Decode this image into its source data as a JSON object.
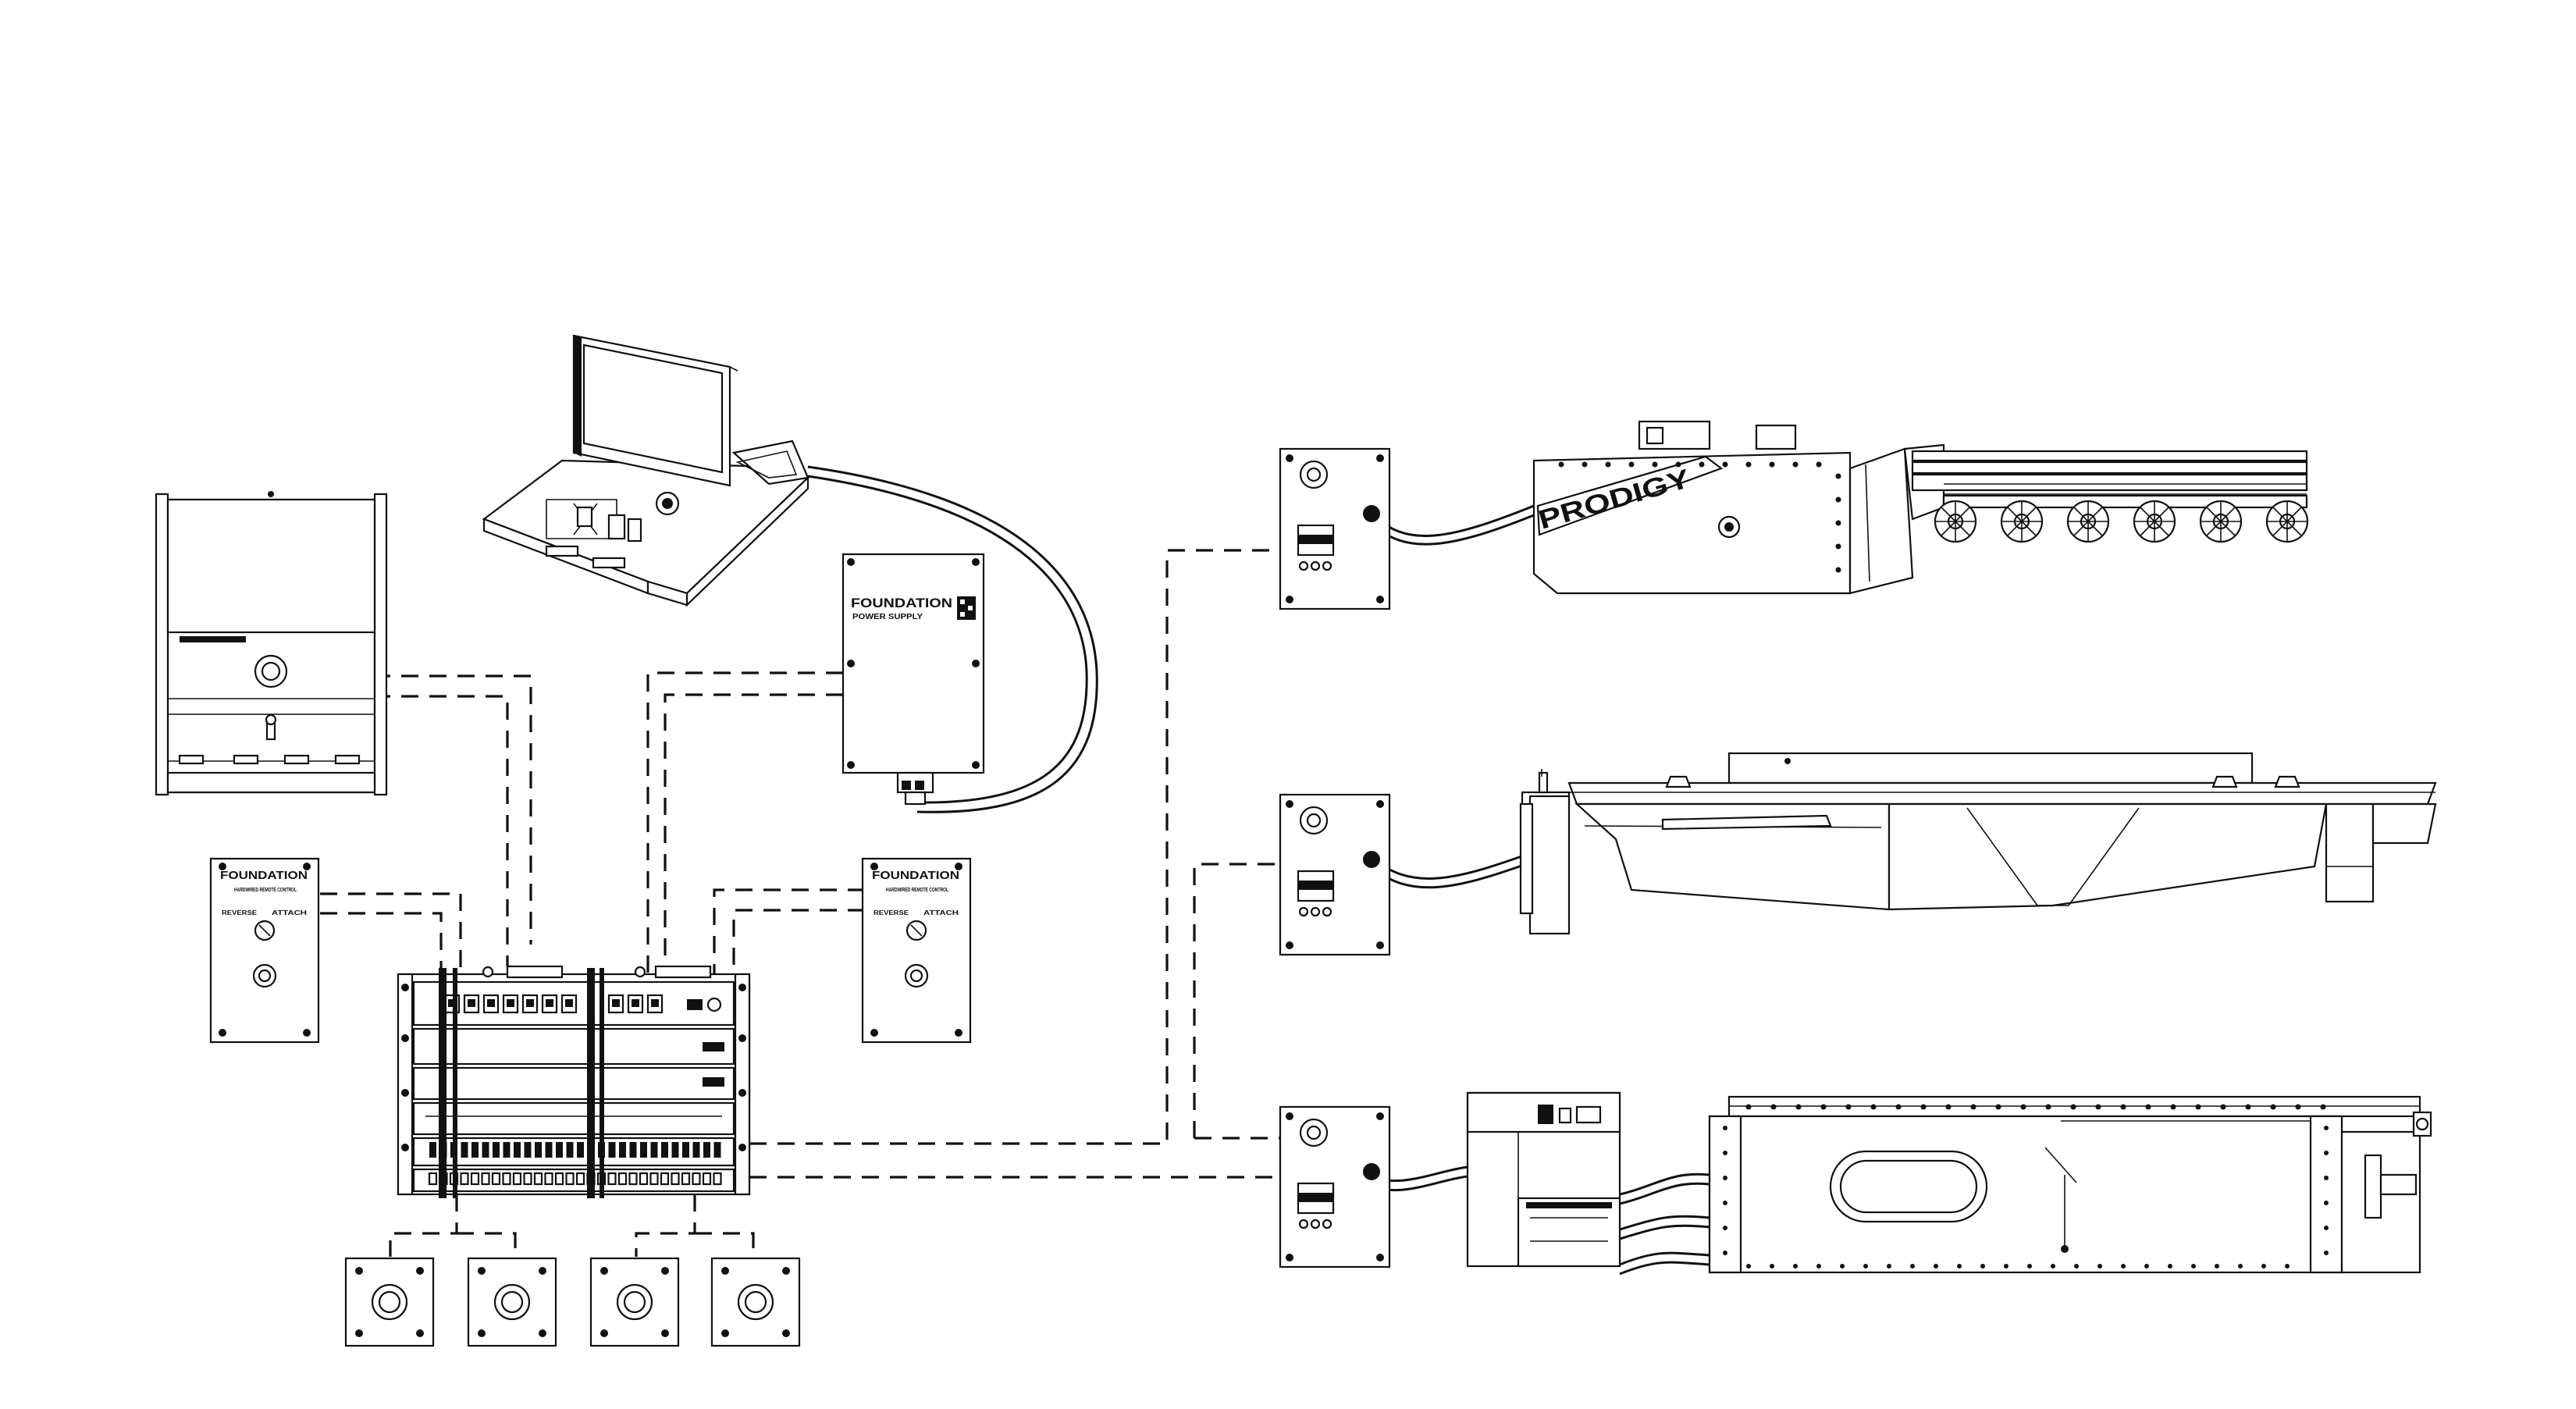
{
  "diagram": {
    "panel_brand": "FOUNDATION",
    "remote_control_label": "HARDWIRED REMOTE CONTROL",
    "reverse_label": "REVERSE",
    "attach_label": "ATTACH",
    "power_supply_label": "POWER SUPPLY",
    "machine_logo": "PRODIGY",
    "ink_color": "#111111",
    "background_color": "#ffffff"
  }
}
